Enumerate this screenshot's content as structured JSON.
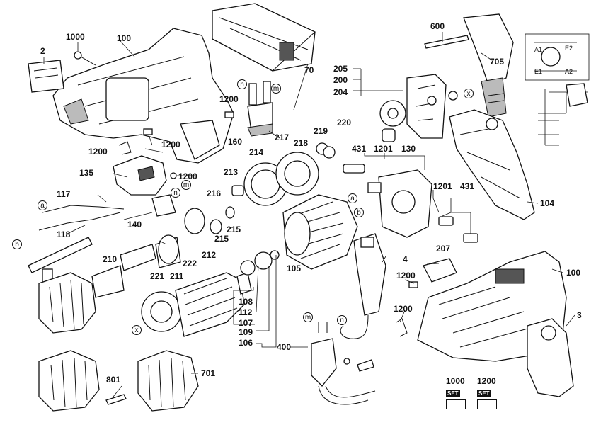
{
  "labels": {
    "l2": "2",
    "l1000a": "1000",
    "l100a": "100",
    "l1200a": "1200",
    "l1200b": "1200",
    "l1200c": "1200",
    "l1200d": "1200",
    "l135": "135",
    "l117": "117",
    "l118": "118",
    "l140": "140",
    "l210": "210",
    "l221": "221",
    "l211": "211",
    "l222": "222",
    "l212": "212",
    "l215a": "215",
    "l215b": "215",
    "l216": "216",
    "l213": "213",
    "l214": "214",
    "l217": "217",
    "l218": "218",
    "l219": "219",
    "l220": "220",
    "l160": "160",
    "l70": "70",
    "l205": "205",
    "l200": "200",
    "l204": "204",
    "l600": "600",
    "l705": "705",
    "l431a": "431",
    "l1201a": "1201",
    "l130": "130",
    "l1201b": "1201",
    "l431b": "431",
    "l104": "104",
    "l105": "105",
    "l4": "4",
    "l207": "207",
    "l1200e": "1200",
    "l100b": "100",
    "l1200f": "1200",
    "l3": "3",
    "l108": "108",
    "l112": "112",
    "l107": "107",
    "l109": "109",
    "l106": "106",
    "l400": "400",
    "l801": "801",
    "l701": "701"
  },
  "wiring": {
    "e1a": "A1",
    "e2": "E2",
    "e1": "E1",
    "a2": "A2"
  },
  "callouts": {
    "n": "n",
    "m": "m",
    "a": "a",
    "b": "b",
    "x": "x"
  },
  "sets": [
    {
      "number": "1000",
      "tag": "SET"
    },
    {
      "number": "1200",
      "tag": "SET"
    }
  ]
}
